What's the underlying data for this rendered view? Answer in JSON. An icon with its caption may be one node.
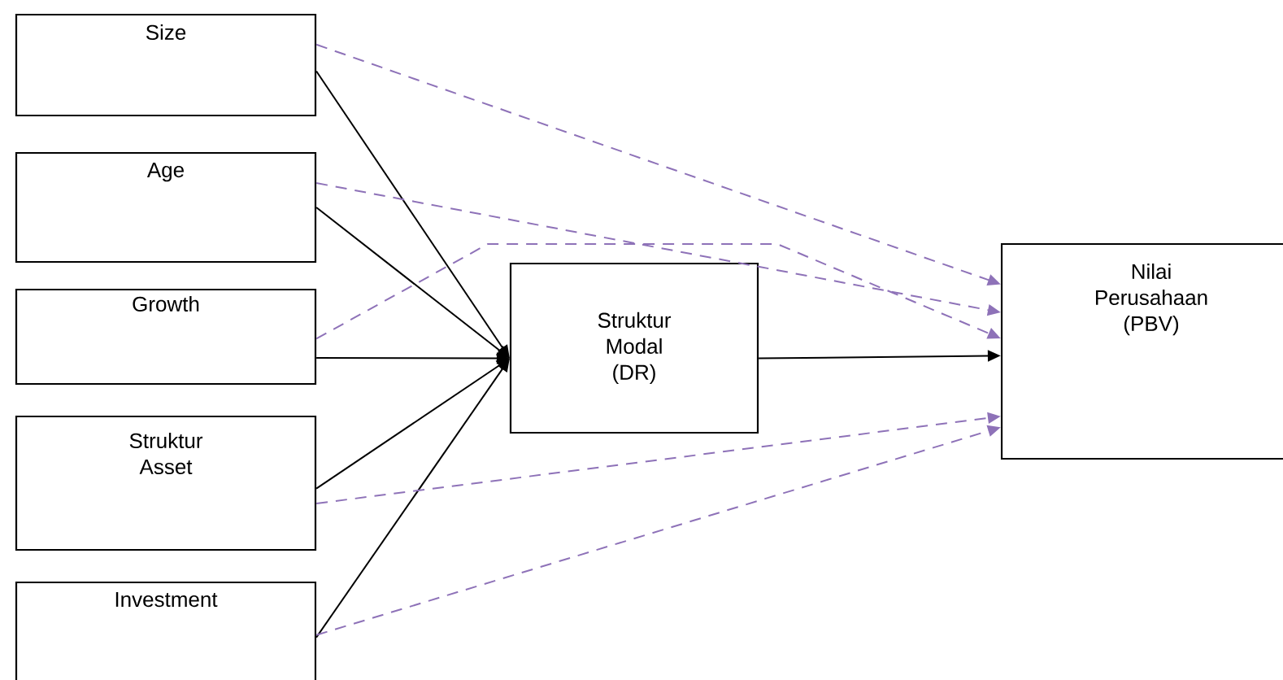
{
  "diagram": {
    "nodes": [
      {
        "text": [
          "Size"
        ]
      },
      {
        "text": [
          "Age"
        ]
      },
      {
        "text": [
          "Growth"
        ]
      },
      {
        "text": [
          "Struktur Asset"
        ]
      },
      {
        "text": [
          "Investment"
        ]
      },
      {
        "text": [
          "Struktur Modal (DR)"
        ]
      },
      {
        "text": [
          "Nilai Perusahaan (PBV)"
        ]
      }
    ],
    "edges": [
      {
        "from": 0,
        "to": 5,
        "arrow": "to"
      },
      {
        "from": 1,
        "to": 5,
        "arrow": "to"
      },
      {
        "from": 2,
        "to": 5,
        "arrow": "to"
      },
      {
        "from": 3,
        "to": 5,
        "arrow": "to"
      },
      {
        "from": 4,
        "to": 5,
        "arrow": "to"
      },
      {
        "from": 0,
        "to": 6,
        "arrow": "to",
        "style": "dashed",
        "color": "#8e72b8"
      },
      {
        "from": 1,
        "to": 6,
        "arrow": "to",
        "style": "dashed",
        "color": "#8e72b8"
      },
      {
        "from": 2,
        "to": 6,
        "arrow": "to",
        "style": "dashed",
        "color": "#8e72b8"
      },
      {
        "from": 3,
        "to": 6,
        "arrow": "to",
        "style": "dashed",
        "color": "#8e72b8"
      },
      {
        "from": 4,
        "to": 6,
        "arrow": "to",
        "style": "dashed",
        "color": "#8e72b8"
      },
      {
        "from": 5,
        "to": 6,
        "arrow": "to"
      }
    ]
  }
}
